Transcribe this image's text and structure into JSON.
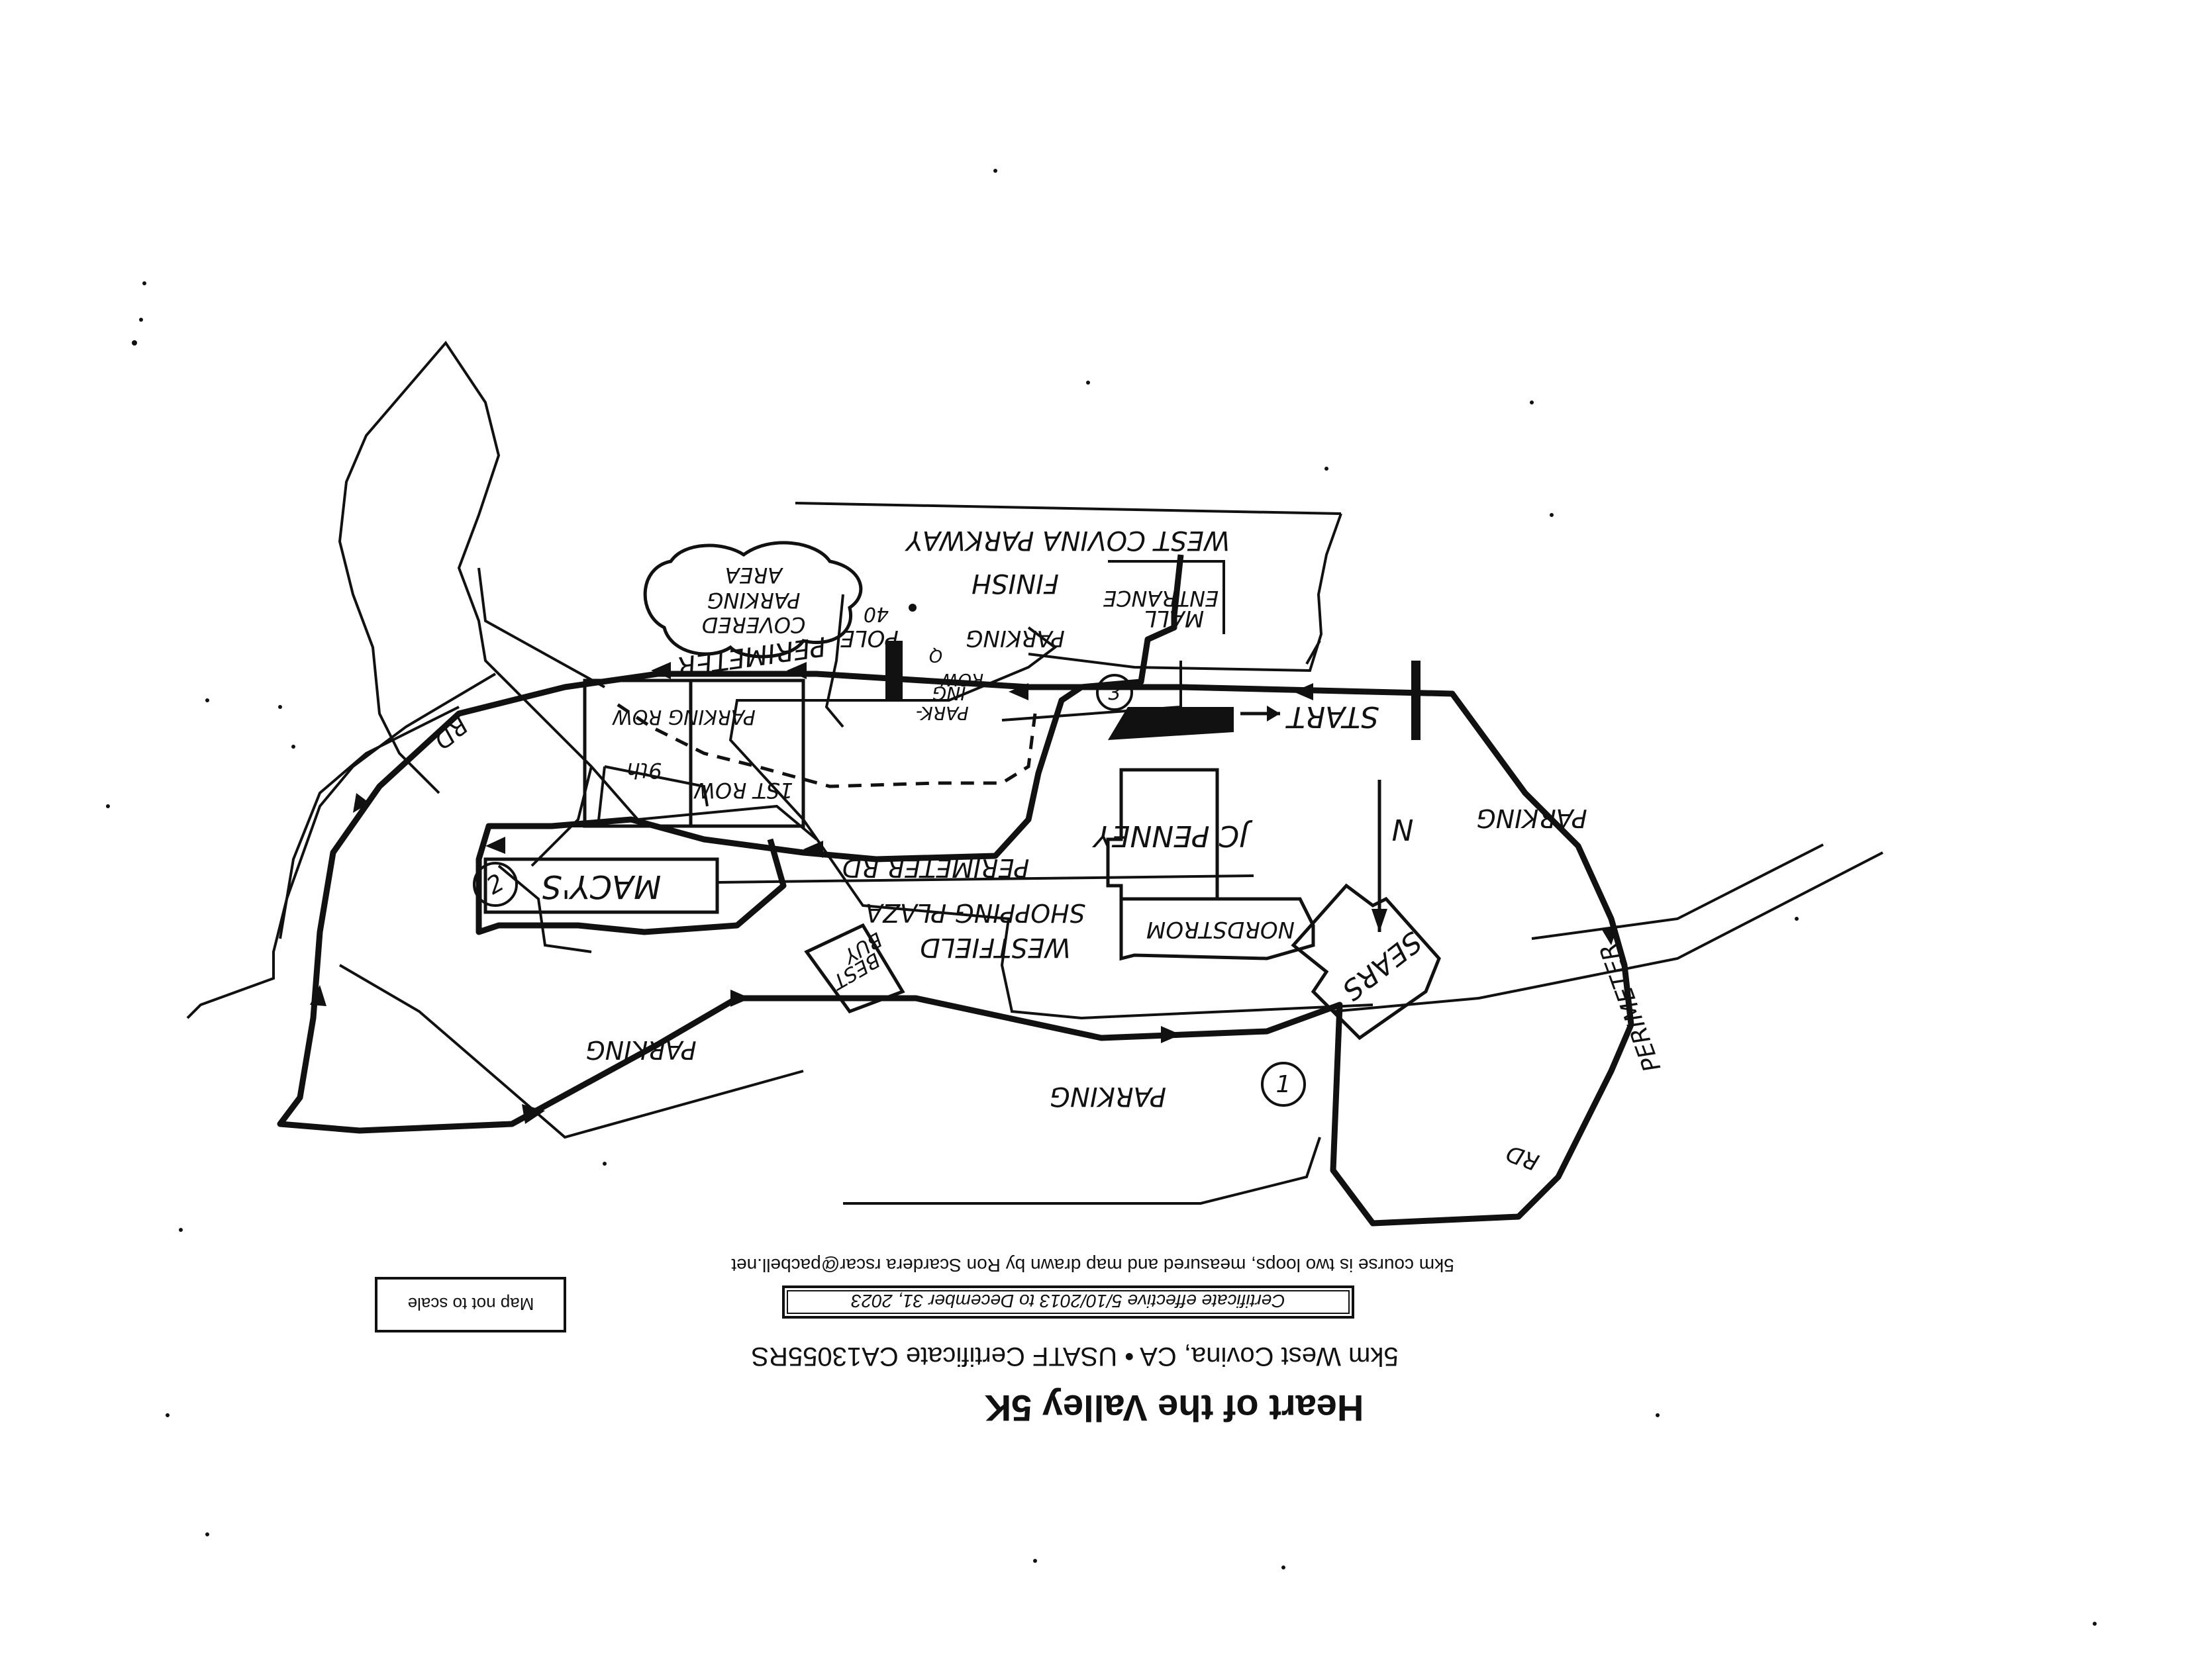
{
  "header": {
    "title": "Heart of the Valley 5K",
    "subtitle": "5km West Covina, CA • USATF Certificate CA13055RS",
    "certificate_box": "Certificate effective 5/10/2013 to December 31, 2023",
    "description": "5km course is two loops, measured and map drawn by Ron Scardera rscar@pacbell.net",
    "scale_note": "Map not to scale"
  },
  "labels": {
    "west_covina_parkway": "WEST COVINA PARKWAY",
    "finish": "FINISH",
    "pole": "POLE",
    "pole_number": "40",
    "covered_parking": [
      "COVERED",
      "PARKING",
      "AREA"
    ],
    "parking_top": "PARKING",
    "row_q": [
      "ROW",
      "Q"
    ],
    "parking_row_q": [
      "PARK-",
      "ING"
    ],
    "mall_entrance": [
      "MALL",
      "ENTRANCE"
    ],
    "start": "START",
    "north": "N",
    "parking_right": "PARKING",
    "jc_penney": "JC PENNEY",
    "perimeter_rd_inner": "PERIMETER RD",
    "perimeter_top": "PERIMETER",
    "rd_left": "RD",
    "parking_row_9th": [
      "PARKING ROW",
      "9th"
    ],
    "first_row": "1ST ROW",
    "macys": "MACY'S",
    "westfield": [
      "WESTFIELD",
      "SHOPPING PLAZA"
    ],
    "nordstrom": "NORDSTROM",
    "sears": "SEARS",
    "best_buy": [
      "BEST",
      "BUY"
    ],
    "parking_left": "PARKING",
    "parking_bottom": "PARKING",
    "perimeter_right": "PERIMETER",
    "rd_right": "RD",
    "marker_1": "1",
    "marker_2": "2",
    "marker_3": "3"
  },
  "colors": {
    "ink": "#111111",
    "paper": "#ffffff"
  }
}
